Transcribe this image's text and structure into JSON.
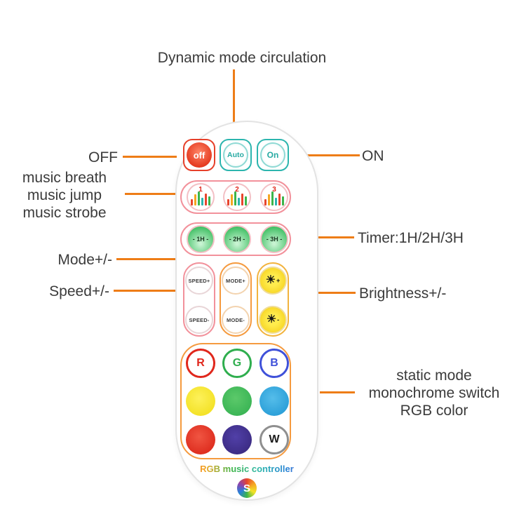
{
  "annotations": {
    "dynamic_mode": "Dynamic mode circulation",
    "off": "OFF",
    "on": "ON",
    "music": [
      "music breath",
      "music jump",
      "music strobe"
    ],
    "timer": "Timer:1H/2H/3H",
    "mode": "Mode+/-",
    "speed": "Speed+/-",
    "brightness": "Brightness+/-",
    "static": [
      "static mode",
      "monochrome switch",
      "RGB color"
    ]
  },
  "remote": {
    "power": {
      "off": "off",
      "auto": "Auto",
      "on": "On"
    },
    "music": [
      "1",
      "2",
      "3"
    ],
    "timer": [
      "- 1H -",
      "- 2H -",
      "- 3H -"
    ],
    "speed": {
      "plus": "SPEED+",
      "minus": "SPEED-"
    },
    "mode": {
      "plus": "MODE+",
      "minus": "MODE-"
    },
    "brightness": {
      "plus_sign": "+",
      "minus_sign": "-"
    },
    "colors": {
      "r": "R",
      "g": "G",
      "b": "B",
      "w": "W"
    },
    "brand": "RGB music controller",
    "logo": "S"
  },
  "icons": {
    "sun": "☀"
  },
  "palette": {
    "callout_line": "#ee7d17",
    "annotation_text": "#3b3b3b",
    "teal": "#2cb5ae",
    "red": "#e6402a",
    "pink_border": "#f2919b",
    "orange_border": "#f59a3e",
    "yellow": "#f0dc14",
    "green": "#2fae4e",
    "cyan_blue": "#1d95d2",
    "purple": "#352578"
  }
}
